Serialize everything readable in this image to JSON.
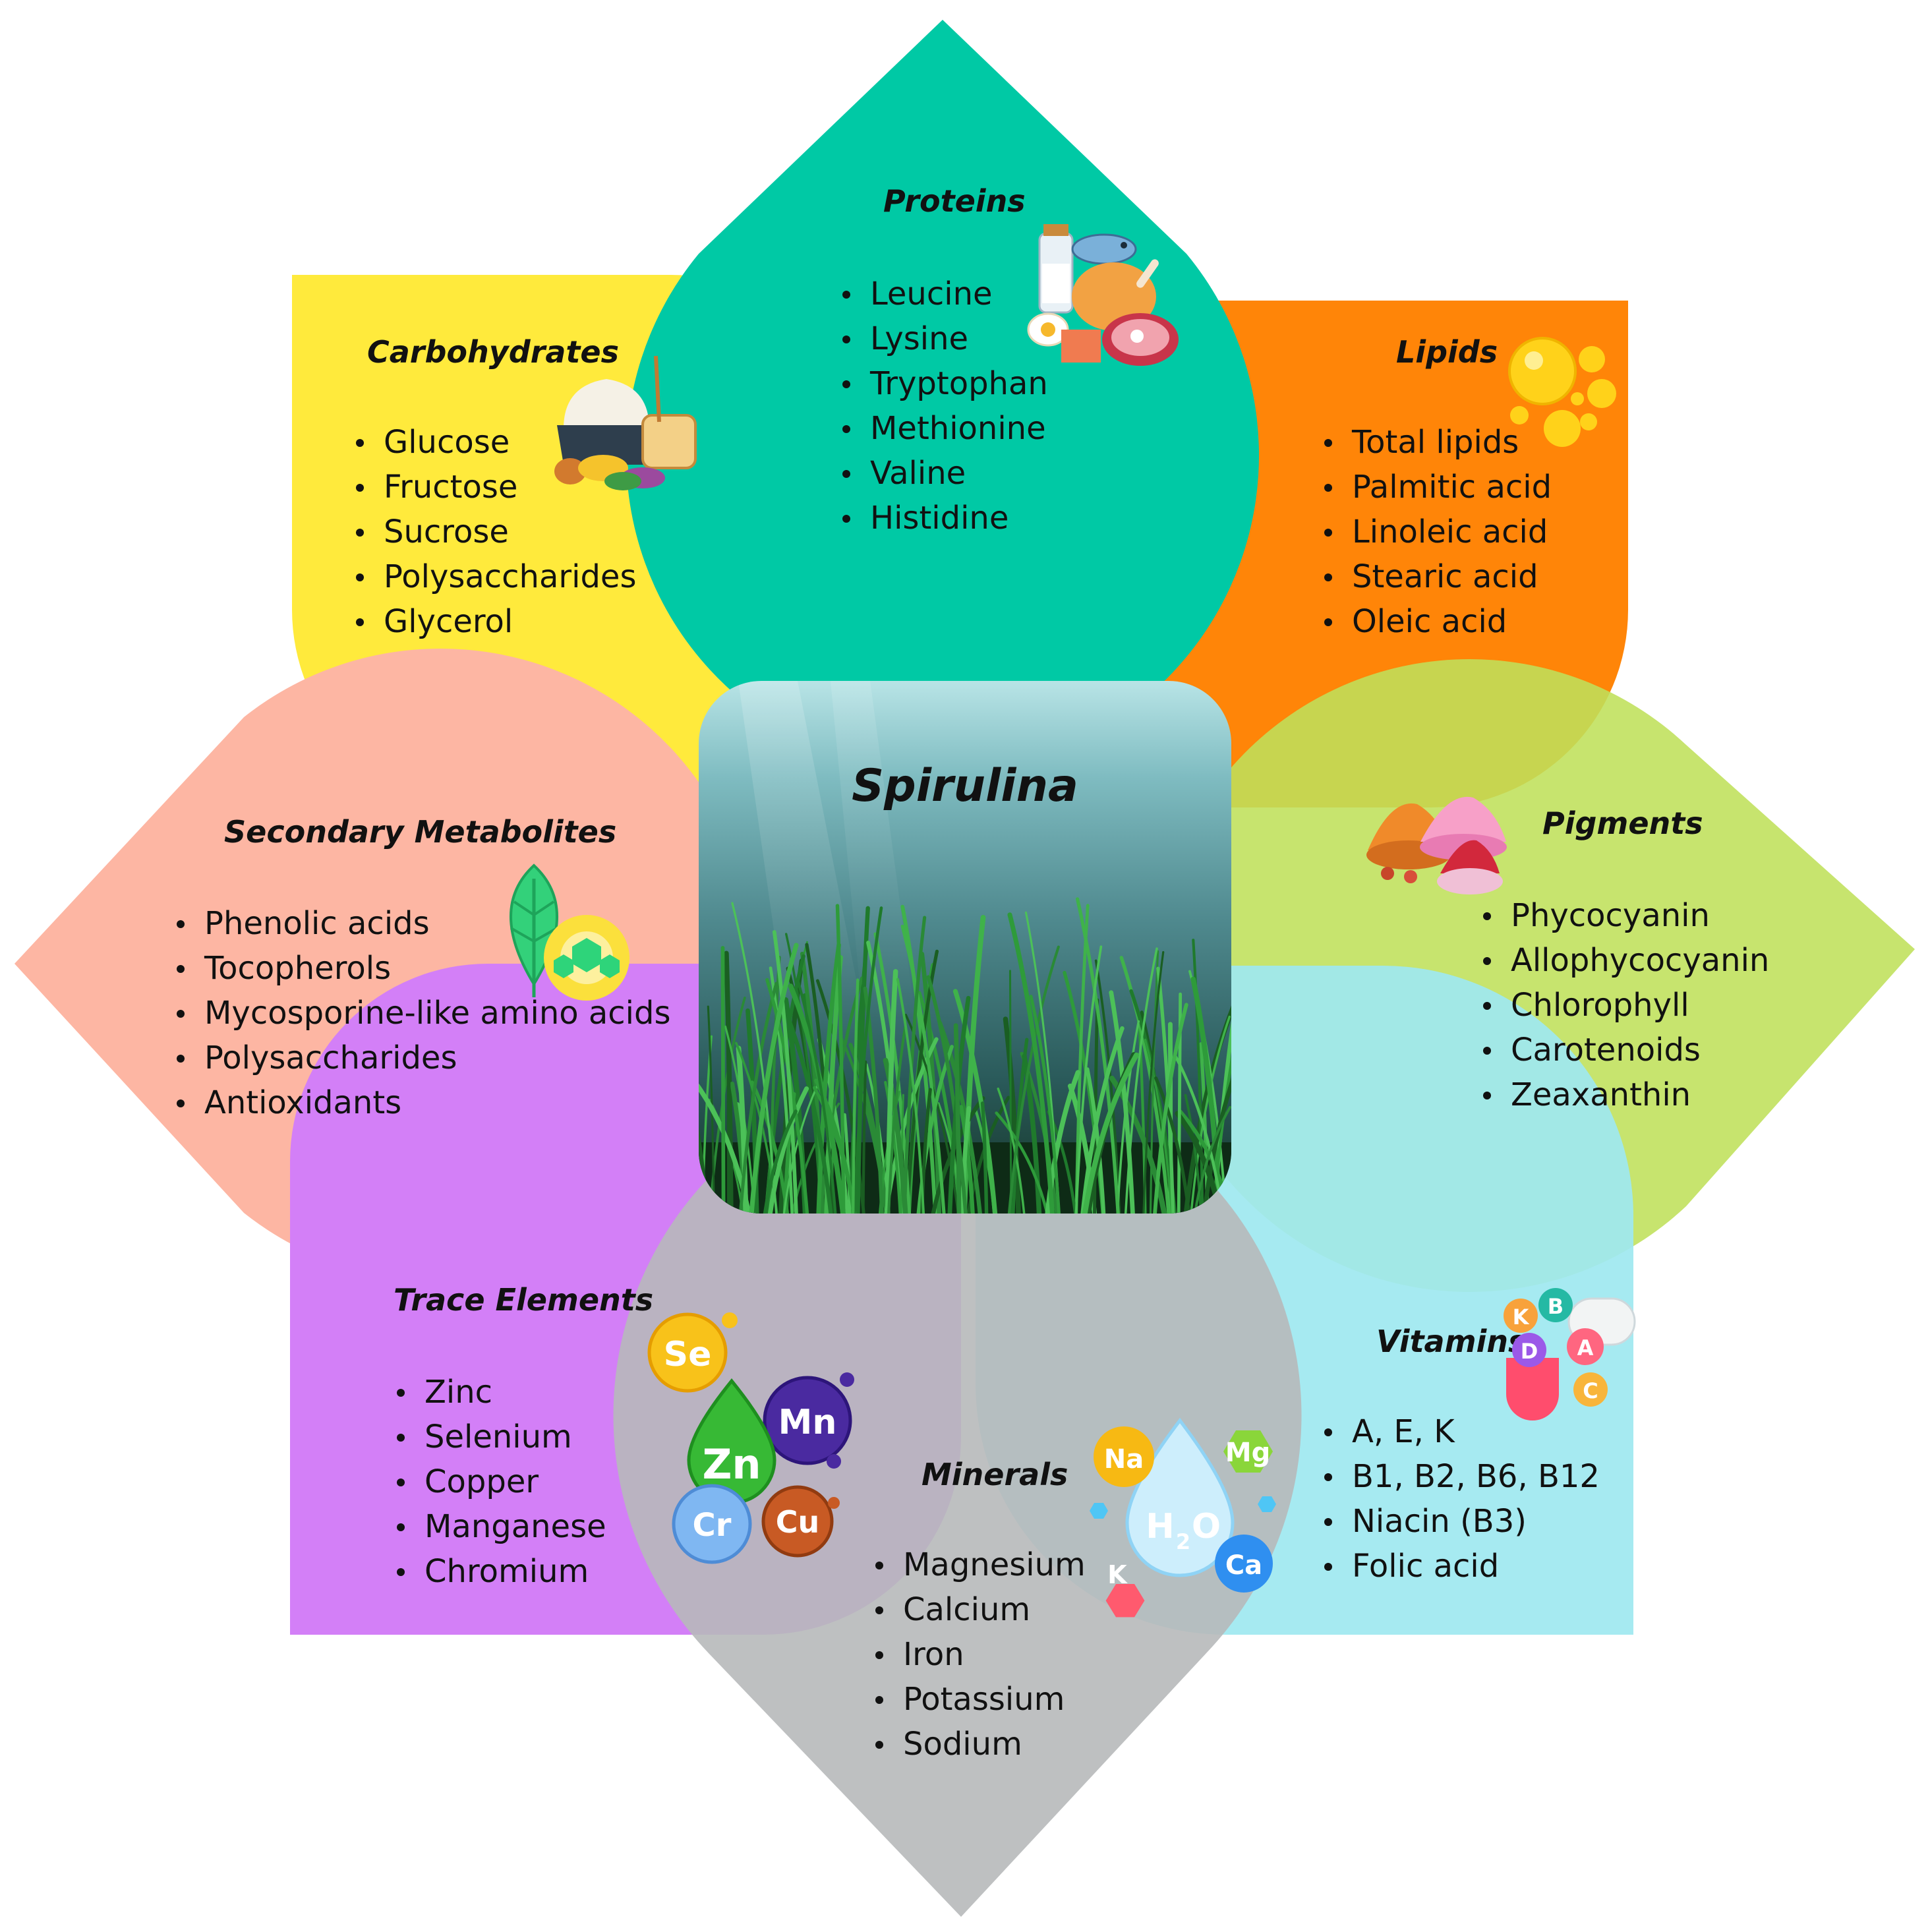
{
  "center": {
    "title": "Spirulina"
  },
  "colors": {
    "proteins": "#00c9a5",
    "carbohydrates": "#ffea3c",
    "lipids": "#ff8508",
    "pigments": "#bfe05a",
    "secondary_metabolites": "#fdb6a3",
    "trace_elements": "#d37ff7",
    "minerals": "#b7b9ba",
    "vitamins": "#9ee8f0"
  },
  "categories": {
    "proteins": {
      "title": "Proteins",
      "items": [
        "Leucine",
        "Lysine",
        "Tryptophan",
        "Methionine",
        "Valine",
        "Histidine"
      ],
      "icon": "food-protein-icon"
    },
    "carbohydrates": {
      "title": "Carbohydrates",
      "items": [
        "Glucose",
        "Fructose",
        "Sucrose",
        "Polysaccharides",
        "Glycerol"
      ],
      "icon": "grain-bread-icon"
    },
    "lipids": {
      "title": "Lipids",
      "items": [
        "Total lipids",
        "Palmitic acid",
        "Linoleic acid",
        "Stearic acid",
        "Oleic acid"
      ],
      "icon": "oil-droplets-icon"
    },
    "pigments": {
      "title": "Pigments",
      "items": [
        "Phycocyanin",
        "Allophycocyanin",
        "Chlorophyll",
        "Carotenoids",
        "Zeaxanthin"
      ],
      "icon": "pigment-powder-icon"
    },
    "secondary_metabolites": {
      "title": "Secondary Metabolites",
      "items": [
        "Phenolic acids",
        "Tocopherols",
        "Mycosporine-like amino acids",
        "Polysaccharides",
        "Antioxidants"
      ],
      "icon": "leaf-molecule-icon"
    },
    "trace_elements": {
      "title": "Trace Elements",
      "items": [
        "Zinc",
        "Selenium",
        "Copper",
        "Manganese",
        "Chromium"
      ],
      "icon": "element-bubbles-icon"
    },
    "minerals": {
      "title": "Minerals",
      "items": [
        "Magnesium",
        "Calcium",
        "Iron",
        "Potassium",
        "Sodium"
      ],
      "icon": "mineral-water-icon"
    },
    "vitamins": {
      "title": "Vitamins",
      "items": [
        "A, E, K",
        "B1, B2, B6, B12",
        "Niacin (B3)",
        "Folic acid"
      ],
      "icon": "vitamin-capsule-icon"
    }
  },
  "icon_labels": {
    "trace": [
      "Se",
      "Mn",
      "Zn",
      "Cr",
      "Cu"
    ],
    "minerals": [
      "Na",
      "Mg",
      "H",
      "2",
      "O",
      "K",
      "Ca"
    ],
    "vitamins": [
      "K",
      "B",
      "D",
      "A",
      "C"
    ]
  }
}
